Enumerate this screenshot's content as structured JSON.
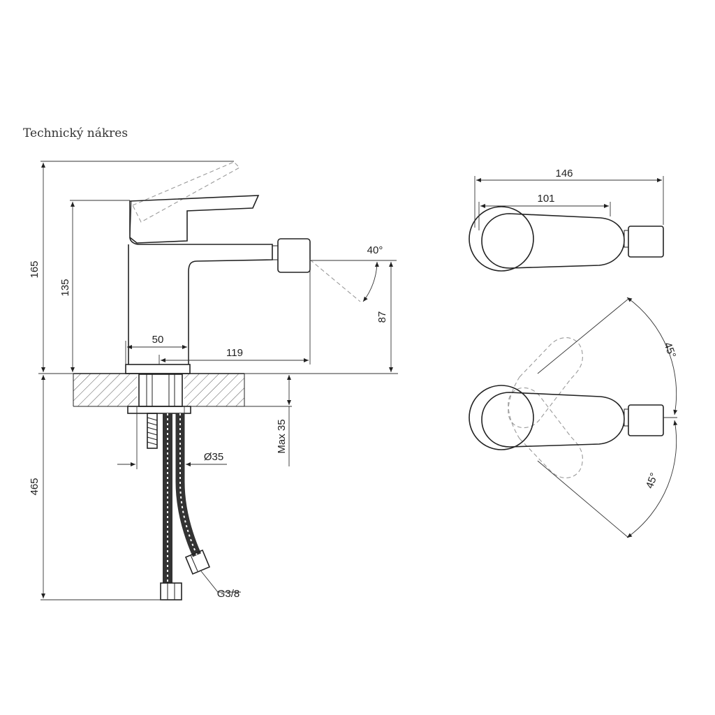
{
  "title": "Technický nákres",
  "dimensions": {
    "total_height": "165",
    "lever_height": "135",
    "base_width": "50",
    "spout_reach": "119",
    "spout_angle": "40°",
    "spout_height": "87",
    "hose_length": "465",
    "hole_diameter": "Ø35",
    "max_thickness": "Max 35",
    "thread": "G3/8",
    "top_width": "146",
    "top_body": "101",
    "rotation_up": "45°",
    "rotation_down": "45°"
  },
  "colors": {
    "line": "#222222",
    "ghost": "#9a9a9a",
    "title": "#333333"
  }
}
